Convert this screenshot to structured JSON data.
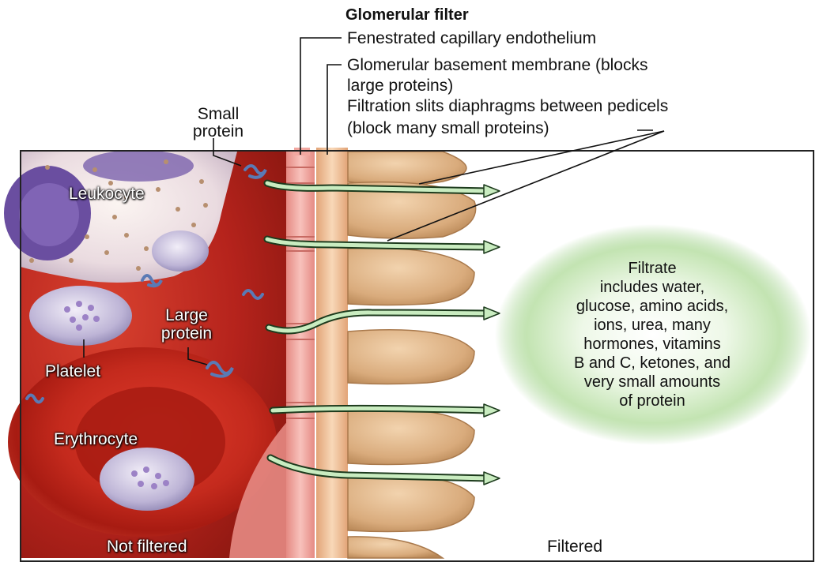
{
  "title": "Glomerular filter",
  "labels": {
    "fenestrated": "Fenestrated capillary endothelium",
    "gbm_line1": "Glomerular basement membrane (blocks",
    "gbm_line2": "large proteins)",
    "slits_line1": "Filtration slits diaphragms between pedicels",
    "slits_line2": "(block many small proteins)",
    "small_protein_1": "Small",
    "small_protein_2": "protein",
    "leukocyte": "Leukocyte",
    "large_protein_1": "Large",
    "large_protein_2": "protein",
    "platelet": "Platelet",
    "erythrocyte": "Erythrocyte",
    "not_filtered": "Not filtered",
    "filtered": "Filtered"
  },
  "filtrate": [
    "Filtrate",
    "includes water,",
    "glucose, amino acids,",
    "ions, urea, many",
    "hormones, vitamins",
    "B and C, ketones, and",
    "very small amounts",
    "of protein"
  ],
  "colors": {
    "blood": "#b5231c",
    "endothelium": "#f2a7a0",
    "basement_membrane": "#f3c39a",
    "podocyte": "#d9ab7c",
    "arrow": "#c9ecc0",
    "filtrate_glow": "#9ed08a"
  }
}
